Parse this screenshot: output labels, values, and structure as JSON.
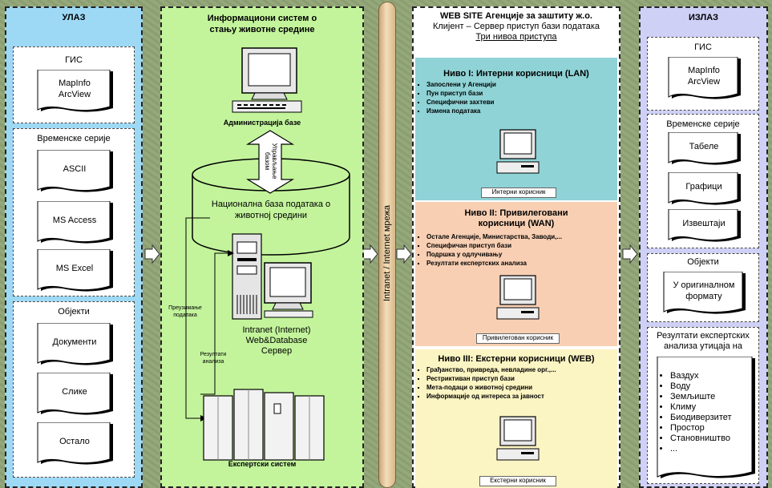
{
  "input": {
    "title": "УЛАЗ",
    "gis": {
      "title": "ГИС",
      "item": "MapInfo\nArcView"
    },
    "series": {
      "title": "Временске серије",
      "items": [
        "ASCII",
        "MS Access",
        "MS Excel"
      ]
    },
    "objects": {
      "title": "Објекти",
      "items": [
        "Документи",
        "Слике",
        "Остало"
      ]
    }
  },
  "system": {
    "title_line1": "Информациони систем о",
    "title_line2": "стању животне средине",
    "admin_label": "Администрација базе",
    "manage_label": "Управљање\nбазом",
    "db_label": "Национална база података о\nживотној средини",
    "server_label": "Intranet (Internet)\nWeb&Database\nСервер",
    "takeover_label": "Преузимање\nподатака",
    "results_label": "Резултати\nанализа",
    "expert_label": "Експертски систем"
  },
  "network": {
    "label": "Intranet / Internet мрежа"
  },
  "web": {
    "title_line1": "WEB SITE Агенције за заштиту ж.о.",
    "title_line2": "Клијент – Сервер приступ бази података",
    "title_line3": "Три нивоа приступа",
    "levels": [
      {
        "title": "Ниво I: Интерни корисници (LAN)",
        "color": "#8fd3d6",
        "bullets": [
          "Запослени у Агенцији",
          "Пун приступ бази",
          "Специфични захтеви",
          "Измена података"
        ],
        "caption": "Интерни корисник"
      },
      {
        "title": "Ниво II: Привилеговани корисници (WAN)",
        "color": "#f8cfb3",
        "bullets": [
          "Остале Агенције, Министарства, Заводи,...",
          "Специфичан приступ бази",
          "Подршка у одлучивању",
          "Резултати експертских анализа"
        ],
        "caption": "Привилегован корисник"
      },
      {
        "title": "Ниво III: Екстерни корисници (WEB)",
        "color": "#fbf4c3",
        "bullets": [
          "Грађанство, привреда, невладине орг.,...",
          "Рестриктиван приступ бази",
          "Мета-подаци о животној средини",
          "Информације од интереса за јавност"
        ],
        "caption": "Екстерни корисник"
      }
    ]
  },
  "output": {
    "title": "ИЗЛАЗ",
    "gis": {
      "title": "ГИС",
      "item": "MapInfo\nArcView"
    },
    "series": {
      "title": "Временске серије",
      "items": [
        "Табеле",
        "Графици",
        "Извештаји"
      ]
    },
    "objects": {
      "title": "Објекти",
      "item": "У оригиналном\nформату"
    },
    "expert": {
      "title": "Резултати експертских\nанализа утицаја на",
      "items": [
        "Ваздух",
        "Воду",
        "Земљиште",
        "Климу",
        "Биодиверзитет",
        "Простор",
        "Становништво",
        "..."
      ]
    }
  }
}
